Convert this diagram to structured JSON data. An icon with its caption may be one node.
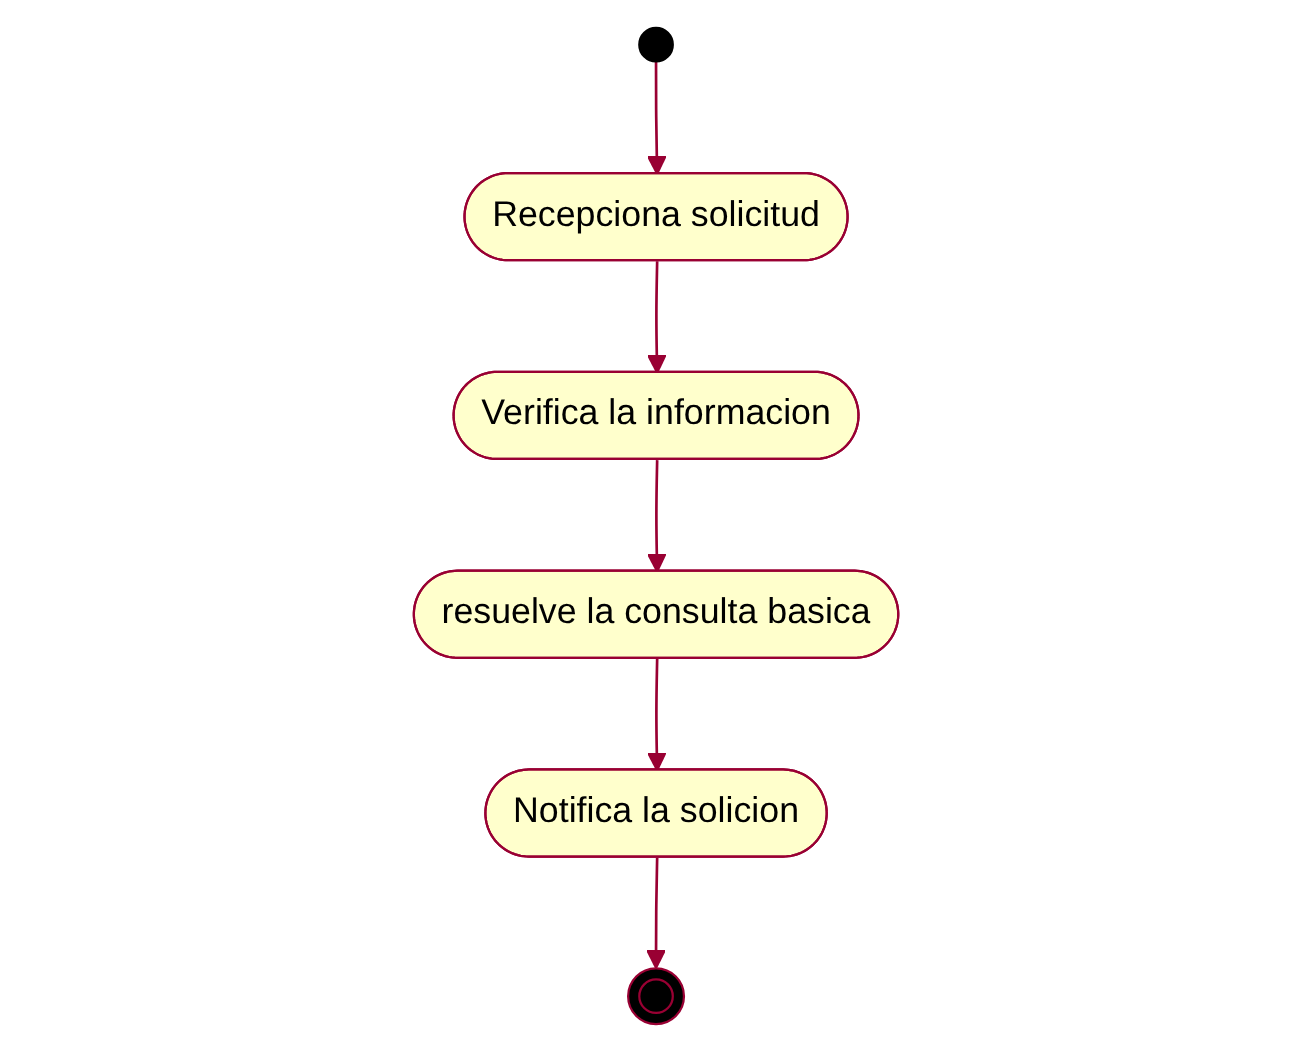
{
  "diagram": {
    "nodes": [
      {
        "text": [],
        "shape": "circle"
      },
      {
        "text": [
          "Recepciona solicitud"
        ]
      },
      {
        "text": [
          "Verifica la informacion"
        ]
      },
      {
        "text": [
          "resuelve la consulta basica"
        ]
      },
      {
        "text": [
          "Notifica la solicion"
        ]
      },
      {
        "text": [],
        "shape": "circle"
      }
    ],
    "edges": [
      {
        "from": 0,
        "to": 1,
        "arrow": "to"
      },
      {
        "from": 1,
        "to": 2,
        "arrow": "to"
      },
      {
        "from": 2,
        "to": 3,
        "arrow": "to"
      },
      {
        "from": 3,
        "to": 4,
        "arrow": "to"
      },
      {
        "from": 4,
        "to": 5,
        "arrow": "to"
      }
    ]
  }
}
